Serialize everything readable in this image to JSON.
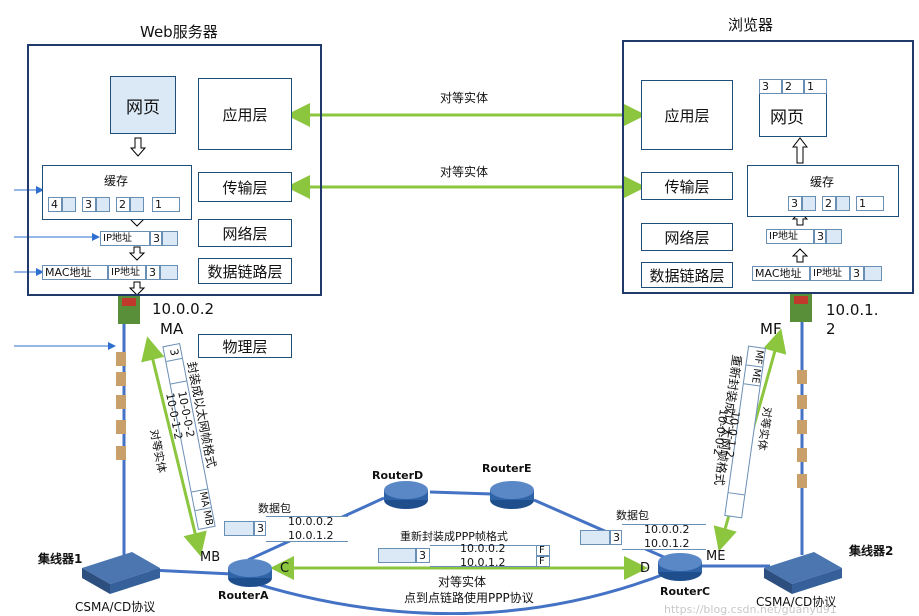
{
  "server": {
    "title": "Web服务器",
    "webpage": "网页",
    "cache": "缓存",
    "cache_nums": [
      "4",
      "3",
      "2",
      "1"
    ],
    "ip_label": "IP地址",
    "ip_num": "3",
    "mac_label": "MAC地址",
    "mac_ip_num": "3"
  },
  "browser": {
    "title": "浏览器",
    "pkt_nums": [
      "3",
      "2",
      "1"
    ],
    "webpage": "网页",
    "cache": "缓存",
    "cache_nums": [
      "3",
      "2",
      "1"
    ],
    "ip_label": "IP地址",
    "ip_num": "3",
    "mac_label": "MAC地址",
    "mac_ip_num": "3"
  },
  "layers": {
    "app": "应用层",
    "transport": "传输层",
    "network": "网络层",
    "datalink": "数据链路层",
    "physical": "物理层"
  },
  "peer": "对等实体",
  "left": {
    "ip": "10.0.0.2",
    "mac": "MA",
    "frame_num": "3",
    "frame_text": "封装成以太网帧格式",
    "ip1": "10-0-0-2",
    "ip2": "10-0-1-2",
    "peer": "对等实体",
    "tag_ma": "MA",
    "tag_mb": "MB",
    "port": "MB",
    "hub": "集线器1",
    "proto": "CSMA/CD协议"
  },
  "right": {
    "ip_line1": "10.0.1.",
    "ip_line2": "2",
    "mac": "MF",
    "frame_text": "重新封装成以太网帧格式",
    "ip1": "10-0-1-2",
    "ip2": "10-0-0-2",
    "peer": "对等实体",
    "tag_mf": "MF",
    "tag_me": "ME",
    "port": "ME",
    "hub": "集线器2",
    "proto": "CSMA/CD协议"
  },
  "routers": {
    "a": "RouterA",
    "c": "RouterC",
    "d": "RouterD",
    "e": "RouterE",
    "port_c": "C",
    "port_d": "D"
  },
  "packet_left": {
    "label": "数据包",
    "num": "3",
    "ip1": "10.0.0.2",
    "ip2": "10.0.1.2"
  },
  "packet_right": {
    "label": "数据包",
    "num": "3",
    "ip1": "10.0.0.2",
    "ip2": "10.0.1.2"
  },
  "ppp": {
    "label": "重新封装成PPP帧格式",
    "num": "3",
    "ip1": "10.0.0.2",
    "ip2": "10.0.1.2",
    "f1": "F",
    "f2": "F",
    "peer": "对等实体",
    "proto": "点到点链路使用PPP协议"
  },
  "watermark": "https://blog.csdn.net/guanyu91"
}
